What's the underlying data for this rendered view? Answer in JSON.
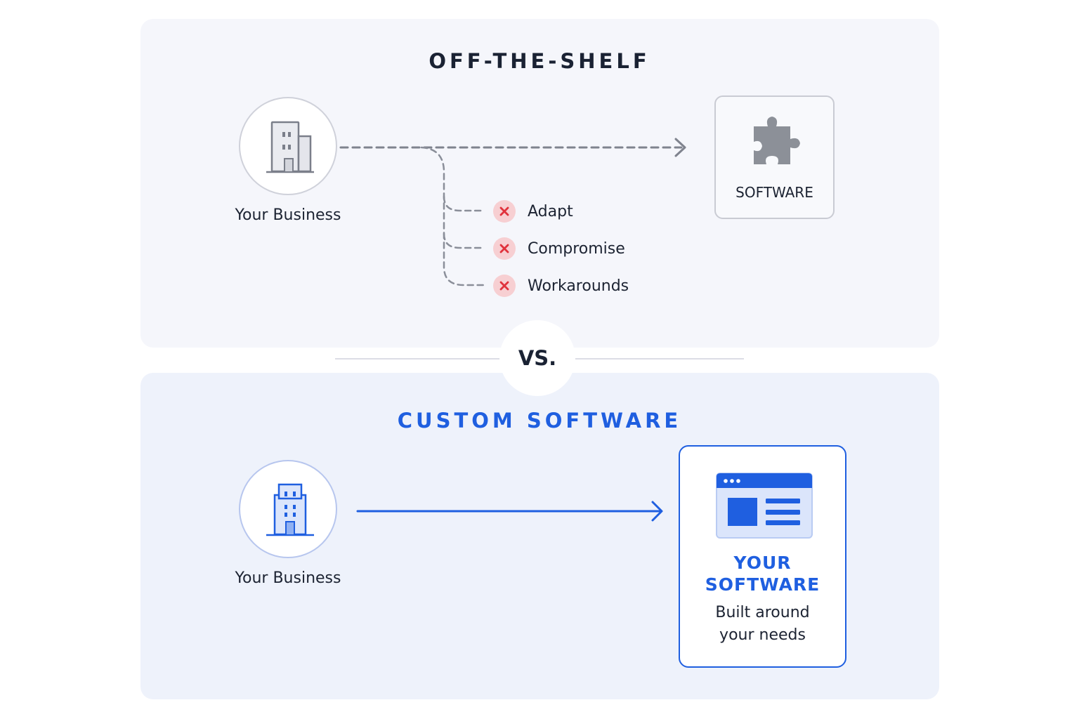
{
  "off_the_shelf": {
    "title": "OFF-THE-SHELF",
    "business_label": "Your Business",
    "software_label": "SOFTWARE",
    "outcomes": [
      {
        "label": "Adapt",
        "icon": "x-icon"
      },
      {
        "label": "Compromise",
        "icon": "x-icon"
      },
      {
        "label": "Workarounds",
        "icon": "x-icon"
      }
    ],
    "business_icon": "building-icon",
    "software_icon": "puzzle-piece-icon"
  },
  "divider": {
    "label": "VS."
  },
  "custom": {
    "title": "CUSTOM SOFTWARE",
    "business_label": "Your Business",
    "software_title_line1": "YOUR",
    "software_title_line2": "SOFTWARE",
    "software_sub_line1": "Built around",
    "software_sub_line2": "your needs",
    "business_icon": "building-icon",
    "software_icon": "app-window-icon"
  },
  "colors": {
    "accent_blue": "#1f5fe0",
    "neutral_gray": "#8a8e99",
    "error_red": "#e0323c",
    "error_red_bg": "#f7cfd2",
    "panel_top_bg": "#f5f6fb",
    "panel_bottom_bg": "#eef2fb"
  }
}
